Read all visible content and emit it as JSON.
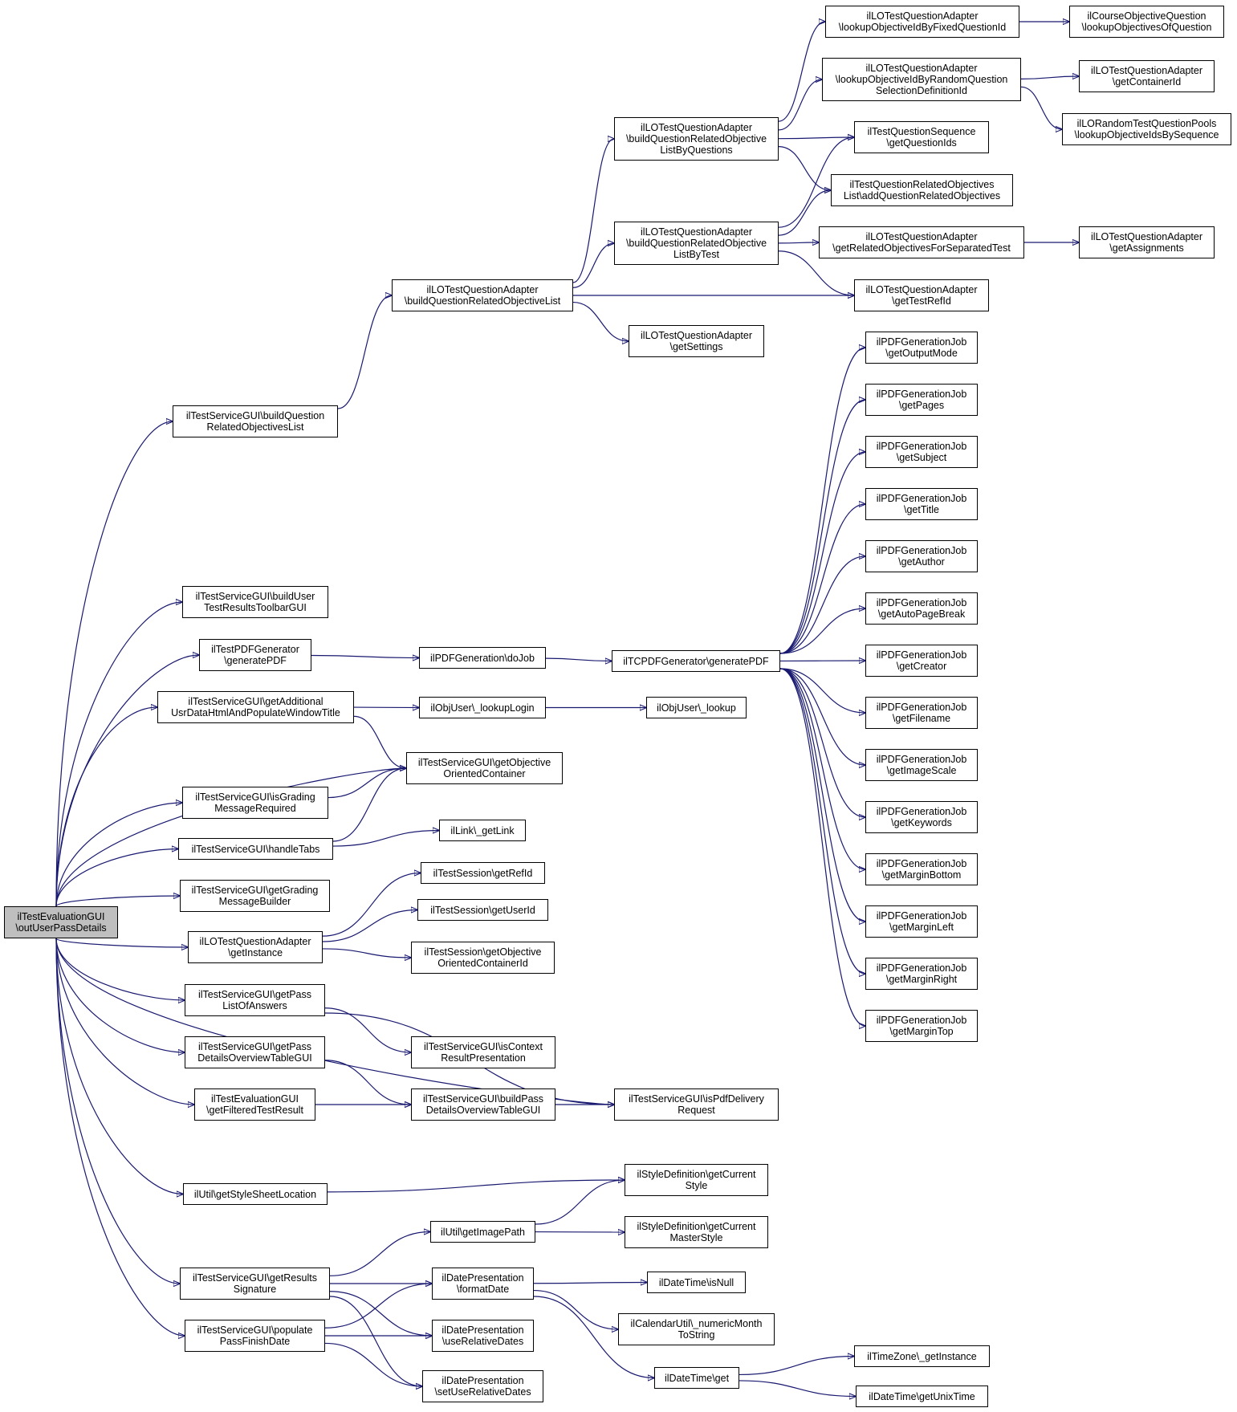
{
  "colors": {
    "edge": "#191970",
    "root_fill": "#bfbfbf",
    "node_fill": "#ffffff",
    "border": "#000000"
  },
  "nodes": {
    "n1": {
      "lines": [
        "ilTestEvaluationGUI",
        "\\outUserPassDetails"
      ]
    },
    "n2": {
      "lines": [
        "ilTestServiceGUI\\buildQuestion",
        "RelatedObjectivesList"
      ]
    },
    "n3": {
      "lines": [
        "ilLOTestQuestionAdapter",
        "\\buildQuestionRelatedObjectiveList"
      ]
    },
    "n4": {
      "lines": [
        "ilLOTestQuestionAdapter",
        "\\buildQuestionRelatedObjective",
        "ListByQuestions"
      ]
    },
    "n5": {
      "lines": [
        "ilLOTestQuestionAdapter",
        "\\lookupObjectiveIdByFixedQuestionId"
      ]
    },
    "n6": {
      "lines": [
        "ilCourseObjectiveQuestion",
        "\\lookupObjectivesOfQuestion"
      ]
    },
    "n7": {
      "lines": [
        "ilLOTestQuestionAdapter",
        "\\lookupObjectiveIdByRandomQuestion",
        "SelectionDefinitionId"
      ]
    },
    "n8": {
      "lines": [
        "ilLOTestQuestionAdapter",
        "\\getContainerId"
      ]
    },
    "n9": {
      "lines": [
        "ilLORandomTestQuestionPools",
        "\\lookupObjectiveIdsBySequence"
      ]
    },
    "n10": {
      "lines": [
        "ilTestQuestionSequence",
        "\\getQuestionIds"
      ]
    },
    "n11": {
      "lines": [
        "ilTestQuestionRelatedObjectives",
        "List\\addQuestionRelatedObjectives"
      ]
    },
    "n12": {
      "lines": [
        "ilLOTestQuestionAdapter",
        "\\buildQuestionRelatedObjective",
        "ListByTest"
      ]
    },
    "n13": {
      "lines": [
        "ilLOTestQuestionAdapter",
        "\\getRelatedObjectivesForSeparatedTest"
      ]
    },
    "n14": {
      "lines": [
        "ilLOTestQuestionAdapter",
        "\\getAssignments"
      ]
    },
    "n15": {
      "lines": [
        "ilLOTestQuestionAdapter",
        "\\getTestRefId"
      ]
    },
    "n16": {
      "lines": [
        "ilLOTestQuestionAdapter",
        "\\getSettings"
      ]
    },
    "n17": {
      "lines": [
        "ilTestServiceGUI\\buildUser",
        "TestResultsToolbarGUI"
      ]
    },
    "n18": {
      "lines": [
        "ilTestPDFGenerator",
        "\\generatePDF"
      ]
    },
    "n19": {
      "lines": [
        "ilPDFGeneration\\doJob"
      ]
    },
    "n20": {
      "lines": [
        "ilTCPDFGenerator\\generatePDF"
      ]
    },
    "n21": {
      "lines": [
        "ilPDFGenerationJob",
        "\\getOutputMode"
      ]
    },
    "n22": {
      "lines": [
        "ilPDFGenerationJob",
        "\\getPages"
      ]
    },
    "n23": {
      "lines": [
        "ilPDFGenerationJob",
        "\\getSubject"
      ]
    },
    "n24": {
      "lines": [
        "ilPDFGenerationJob",
        "\\getTitle"
      ]
    },
    "n25": {
      "lines": [
        "ilPDFGenerationJob",
        "\\getAuthor"
      ]
    },
    "n26": {
      "lines": [
        "ilPDFGenerationJob",
        "\\getAutoPageBreak"
      ]
    },
    "n27": {
      "lines": [
        "ilPDFGenerationJob",
        "\\getCreator"
      ]
    },
    "n28": {
      "lines": [
        "ilPDFGenerationJob",
        "\\getFilename"
      ]
    },
    "n29": {
      "lines": [
        "ilPDFGenerationJob",
        "\\getImageScale"
      ]
    },
    "n30": {
      "lines": [
        "ilPDFGenerationJob",
        "\\getKeywords"
      ]
    },
    "n31": {
      "lines": [
        "ilPDFGenerationJob",
        "\\getMarginBottom"
      ]
    },
    "n32": {
      "lines": [
        "ilPDFGenerationJob",
        "\\getMarginLeft"
      ]
    },
    "n33": {
      "lines": [
        "ilPDFGenerationJob",
        "\\getMarginRight"
      ]
    },
    "n34": {
      "lines": [
        "ilPDFGenerationJob",
        "\\getMarginTop"
      ]
    },
    "n35": {
      "lines": [
        "ilTestServiceGUI\\getAdditional",
        "UsrDataHtmlAndPopulateWindowTitle"
      ]
    },
    "n36": {
      "lines": [
        "ilObjUser\\_lookupLogin"
      ]
    },
    "n37": {
      "lines": [
        "ilObjUser\\_lookup"
      ]
    },
    "n38": {
      "lines": [
        "ilTestServiceGUI\\getObjective",
        "OrientedContainer"
      ]
    },
    "n39": {
      "lines": [
        "ilTestServiceGUI\\isGrading",
        "MessageRequired"
      ]
    },
    "n40": {
      "lines": [
        "ilTestServiceGUI\\handleTabs"
      ]
    },
    "n41": {
      "lines": [
        "ilLink\\_getLink"
      ]
    },
    "n42": {
      "lines": [
        "ilTestServiceGUI\\getGrading",
        "MessageBuilder"
      ]
    },
    "n43": {
      "lines": [
        "ilLOTestQuestionAdapter",
        "\\getInstance"
      ]
    },
    "n44": {
      "lines": [
        "ilTestSession\\getRefId"
      ]
    },
    "n45": {
      "lines": [
        "ilTestSession\\getUserId"
      ]
    },
    "n46": {
      "lines": [
        "ilTestSession\\getObjective",
        "OrientedContainerId"
      ]
    },
    "n47": {
      "lines": [
        "ilTestServiceGUI\\getPass",
        "ListOfAnswers"
      ]
    },
    "n48": {
      "lines": [
        "ilTestServiceGUI\\isContext",
        "ResultPresentation"
      ]
    },
    "n49": {
      "lines": [
        "ilTestServiceGUI\\getPass",
        "DetailsOverviewTableGUI"
      ]
    },
    "n50": {
      "lines": [
        "ilTestEvaluationGUI",
        "\\getFilteredTestResult"
      ]
    },
    "n51": {
      "lines": [
        "ilTestServiceGUI\\buildPass",
        "DetailsOverviewTableGUI"
      ]
    },
    "n52": {
      "lines": [
        "ilTestServiceGUI\\isPdfDelivery",
        "Request"
      ]
    },
    "n53": {
      "lines": [
        "ilUtil\\getStyleSheetLocation"
      ]
    },
    "n54": {
      "lines": [
        "ilStyleDefinition\\getCurrent",
        "Style"
      ]
    },
    "n55": {
      "lines": [
        "ilUtil\\getImagePath"
      ]
    },
    "n56": {
      "lines": [
        "ilStyleDefinition\\getCurrent",
        "MasterStyle"
      ]
    },
    "n57": {
      "lines": [
        "ilTestServiceGUI\\getResults",
        "Signature"
      ]
    },
    "n58": {
      "lines": [
        "ilDatePresentation",
        "\\formatDate"
      ]
    },
    "n59": {
      "lines": [
        "ilDateTime\\isNull"
      ]
    },
    "n60": {
      "lines": [
        "ilCalendarUtil\\_numericMonth",
        "ToString"
      ]
    },
    "n61": {
      "lines": [
        "ilDateTime\\get"
      ]
    },
    "n62": {
      "lines": [
        "ilTimeZone\\_getInstance"
      ]
    },
    "n63": {
      "lines": [
        "ilDateTime\\getUnixTime"
      ]
    },
    "n64": {
      "lines": [
        "ilTestServiceGUI\\populate",
        "PassFinishDate"
      ]
    },
    "n65": {
      "lines": [
        "ilDatePresentation",
        "\\useRelativeDates"
      ]
    },
    "n66": {
      "lines": [
        "ilDatePresentation",
        "\\setUseRelativeDates"
      ]
    }
  },
  "edges": [
    [
      "n1",
      "n2"
    ],
    [
      "n1",
      "n17"
    ],
    [
      "n1",
      "n18"
    ],
    [
      "n1",
      "n35"
    ],
    [
      "n1",
      "n38"
    ],
    [
      "n1",
      "n39"
    ],
    [
      "n1",
      "n40"
    ],
    [
      "n1",
      "n42"
    ],
    [
      "n1",
      "n43"
    ],
    [
      "n1",
      "n47"
    ],
    [
      "n1",
      "n49"
    ],
    [
      "n1",
      "n50"
    ],
    [
      "n1",
      "n52"
    ],
    [
      "n1",
      "n53"
    ],
    [
      "n1",
      "n57"
    ],
    [
      "n1",
      "n64"
    ],
    [
      "n2",
      "n3"
    ],
    [
      "n3",
      "n4"
    ],
    [
      "n3",
      "n12"
    ],
    [
      "n3",
      "n15"
    ],
    [
      "n3",
      "n16"
    ],
    [
      "n4",
      "n5"
    ],
    [
      "n4",
      "n7"
    ],
    [
      "n4",
      "n10"
    ],
    [
      "n4",
      "n11"
    ],
    [
      "n5",
      "n6"
    ],
    [
      "n7",
      "n8"
    ],
    [
      "n7",
      "n9"
    ],
    [
      "n12",
      "n10"
    ],
    [
      "n12",
      "n11"
    ],
    [
      "n12",
      "n13"
    ],
    [
      "n12",
      "n15"
    ],
    [
      "n13",
      "n14"
    ],
    [
      "n18",
      "n19"
    ],
    [
      "n19",
      "n20"
    ],
    [
      "n20",
      "n21"
    ],
    [
      "n20",
      "n22"
    ],
    [
      "n20",
      "n23"
    ],
    [
      "n20",
      "n24"
    ],
    [
      "n20",
      "n25"
    ],
    [
      "n20",
      "n26"
    ],
    [
      "n20",
      "n27"
    ],
    [
      "n20",
      "n28"
    ],
    [
      "n20",
      "n29"
    ],
    [
      "n20",
      "n30"
    ],
    [
      "n20",
      "n31"
    ],
    [
      "n20",
      "n32"
    ],
    [
      "n20",
      "n33"
    ],
    [
      "n20",
      "n34"
    ],
    [
      "n35",
      "n36"
    ],
    [
      "n35",
      "n38"
    ],
    [
      "n36",
      "n37"
    ],
    [
      "n39",
      "n38"
    ],
    [
      "n40",
      "n38"
    ],
    [
      "n40",
      "n41"
    ],
    [
      "n43",
      "n44"
    ],
    [
      "n43",
      "n45"
    ],
    [
      "n43",
      "n46"
    ],
    [
      "n47",
      "n48"
    ],
    [
      "n47",
      "n52"
    ],
    [
      "n49",
      "n51"
    ],
    [
      "n50",
      "n51"
    ],
    [
      "n51",
      "n52"
    ],
    [
      "n53",
      "n54"
    ],
    [
      "n55",
      "n54"
    ],
    [
      "n55",
      "n56"
    ],
    [
      "n57",
      "n55"
    ],
    [
      "n57",
      "n58"
    ],
    [
      "n57",
      "n65"
    ],
    [
      "n57",
      "n66"
    ],
    [
      "n58",
      "n59"
    ],
    [
      "n58",
      "n60"
    ],
    [
      "n58",
      "n61"
    ],
    [
      "n61",
      "n62"
    ],
    [
      "n61",
      "n63"
    ],
    [
      "n64",
      "n58"
    ],
    [
      "n64",
      "n65"
    ],
    [
      "n64",
      "n66"
    ]
  ]
}
